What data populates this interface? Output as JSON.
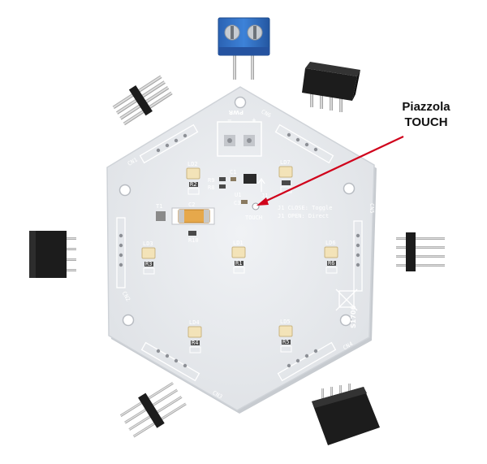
{
  "callout": {
    "line1": "Piazzola",
    "line2": "TOUCH"
  },
  "board": {
    "connectors": [
      "CN1",
      "CN2",
      "CN3",
      "CN4",
      "CN5",
      "CN6"
    ],
    "leds": [
      "LD1",
      "LD2",
      "LD3",
      "LD4",
      "LD5",
      "LD6",
      "LD7"
    ],
    "resistors": [
      "R1",
      "R2",
      "R3",
      "R4",
      "R5",
      "R6",
      "R8",
      "R9",
      "R10"
    ],
    "parts": {
      "c1": "C1",
      "c2": "C2",
      "c3": "C3",
      "u1": "U1",
      "t1": "T1",
      "j1": "J1"
    },
    "pwr": "PWR",
    "minus": "−",
    "plus": "+",
    "touch": "TOUCH",
    "j1_close": "J1 CLOSE: Toggle",
    "j1_open": "J1 OPEN: Direct",
    "code": "S1706"
  },
  "colors": {
    "pcb": "#e9ebee",
    "terminal": "#2f6fc4",
    "header": "#1c1c1c",
    "pin": "#c9c9c9",
    "arrow": "#d0021b",
    "led": "#f3e3b8",
    "capacitor": "#e6a84b"
  }
}
